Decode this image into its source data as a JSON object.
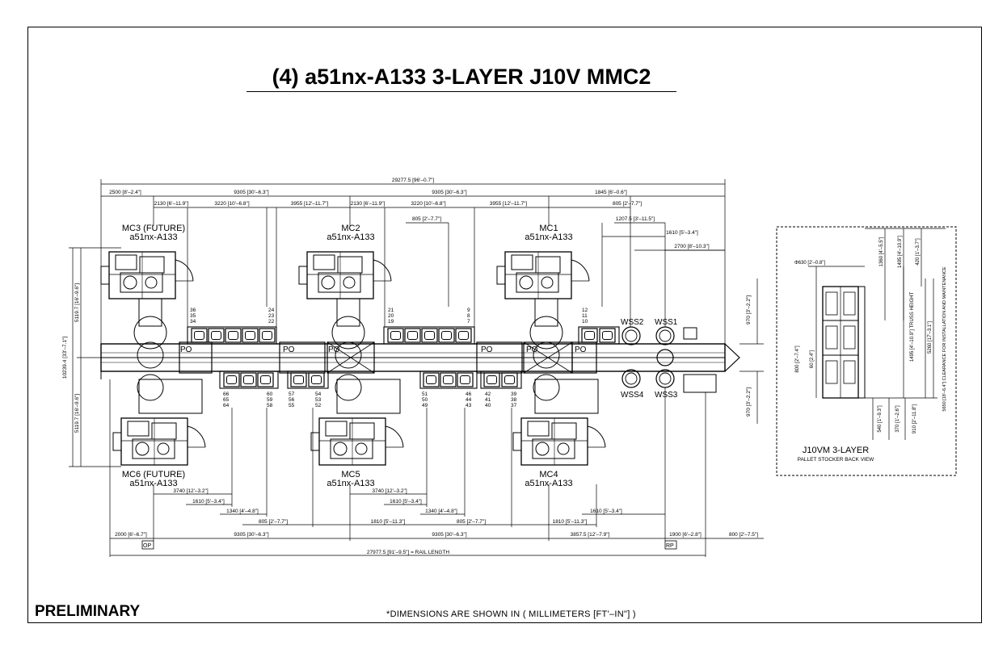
{
  "title": "(4) a51nx-A133 3-LAYER J10V MMC2",
  "preliminary": "PRELIMINARY",
  "footnote": "*DIMENSIONS ARE SHOWN IN ( MILLIMETERS [FT'–IN\"] )",
  "machines": {
    "mc3": {
      "name": "MC3 (FUTURE)",
      "model": "a51nx-A133"
    },
    "mc2": {
      "name": "MC2",
      "model": "a51nx-A133"
    },
    "mc1": {
      "name": "MC1",
      "model": "a51nx-A133"
    },
    "mc6": {
      "name": "MC6 (FUTURE)",
      "model": "a51nx-A133"
    },
    "mc5": {
      "name": "MC5",
      "model": "a51nx-A133"
    },
    "mc4": {
      "name": "MC4",
      "model": "a51nx-A133"
    }
  },
  "stations": {
    "wss1": "WSS1",
    "wss2": "WSS2",
    "wss3": "WSS3",
    "wss4": "WSS4"
  },
  "po_label": "PO",
  "op_label": "OP",
  "rp_label": "RP",
  "dims_top": {
    "overall": "29277.5 [96'–0.7\"]",
    "d2500": "2500 [8'–2.4\"]",
    "d9305a": "9305 [30'–6.3\"]",
    "d9305b": "9305 [30'–6.3\"]",
    "d1845": "1845 [6'–0.6\"]",
    "d2130a": "2130 [6'–11.9\"]",
    "d3220a": "3220 [10'–6.8\"]",
    "d3955a": "3955 [12'–11.7\"]",
    "d2130b": "2130 [6'–11.9\"]",
    "d3220b": "3220 [10'–6.8\"]",
    "d3955b": "3955 [12'–11.7\"]",
    "d805a": "805 [2'–7.7\"]",
    "d805b": "805 [2'–7.7\"]",
    "d1207": "1207.5 [3'–11.5\"]",
    "d1610": "1610 [5'–3.4\"]",
    "d2700": "2700 [8'–10.3\"]"
  },
  "dims_bottom": {
    "d3740a": "3740 [12'–3.2\"]",
    "d1610a": "1610 [5'–3.4\"]",
    "d1340a": "1340 [4'–4.8\"]",
    "d805a": "805 [2'–7.7\"]",
    "d3740b": "3740 [12'–3.2\"]",
    "d1610b": "1610 [5'–3.4\"]",
    "d1340b": "1340 [4'–4.8\"]",
    "d805b": "805 [2'–7.7\"]",
    "d1810a": "1810 [5'–11.3\"]",
    "d1610c": "1610 [5'–3.4\"]",
    "d1810b": "1810 [5'–11.3\"]",
    "d2000": "2000 [6'–6.7\"]",
    "d9305a": "9305 [30'–6.3\"]",
    "d9305b": "9305 [30'–6.3\"]",
    "d3857": "3857.5 [12'–7.9\"]",
    "d1900": "1900 [6'–2.8\"]",
    "d800": "800 [2'–7.5\"]",
    "rail": "27977.5 [91'–9.5\"] = RAIL LENGTH"
  },
  "dims_side": {
    "overall": "10239.4 [33'–7.1\"]",
    "upper": "5119.7 [16'–9.6\"]",
    "lower": "5119.7 [16'–9.6\"]",
    "r970a": "970 [3'–2.2\"]",
    "r970b": "970 [3'–2.2\"]"
  },
  "pallet_numbers": {
    "g36": [
      "36",
      "35",
      "34"
    ],
    "g24": [
      "24",
      "23",
      "22"
    ],
    "g21": [
      "21",
      "20",
      "19"
    ],
    "g09": [
      "9",
      "8",
      "7"
    ],
    "g12": [
      "12",
      "11",
      "10"
    ],
    "g66": [
      "66",
      "65",
      "64"
    ],
    "g60": [
      "60",
      "59",
      "58"
    ],
    "g57": [
      "57",
      "56",
      "55"
    ],
    "g54": [
      "54",
      "53",
      "52"
    ],
    "g51": [
      "51",
      "50",
      "49"
    ],
    "g46": [
      "46",
      "44",
      "43"
    ],
    "g42": [
      "42",
      "41",
      "40"
    ],
    "g39": [
      "39",
      "38",
      "37"
    ]
  },
  "side_view": {
    "title": "J10VM 3-LAYER",
    "subtitle": "PALLET STOCKER BACK VIEW",
    "dims": {
      "d630": "Φ630 [2'–0.8\"]",
      "d800": "800 [2'–7.4\"]",
      "d60": "60 [2.4\"]",
      "d1360": "1360 [4'–5.5\"]",
      "d1495": "1495 [4'–10.9\"]",
      "d420": "420 [1'–3.7\"]",
      "d1495b": "1495 [4'–10.9\"] TRUSS HEIGHT",
      "d5260": "5260 [17'–3.1\"]",
      "d5650": "5650 [18'–6.4\"] CLEARANCE FOR INSTALLATION AND MAINTENANCE",
      "d540": "540 [1'–9.3\"]",
      "d370": "370 [1'–2.6\"]",
      "d910": "910 [2'–11.8\"]"
    }
  }
}
